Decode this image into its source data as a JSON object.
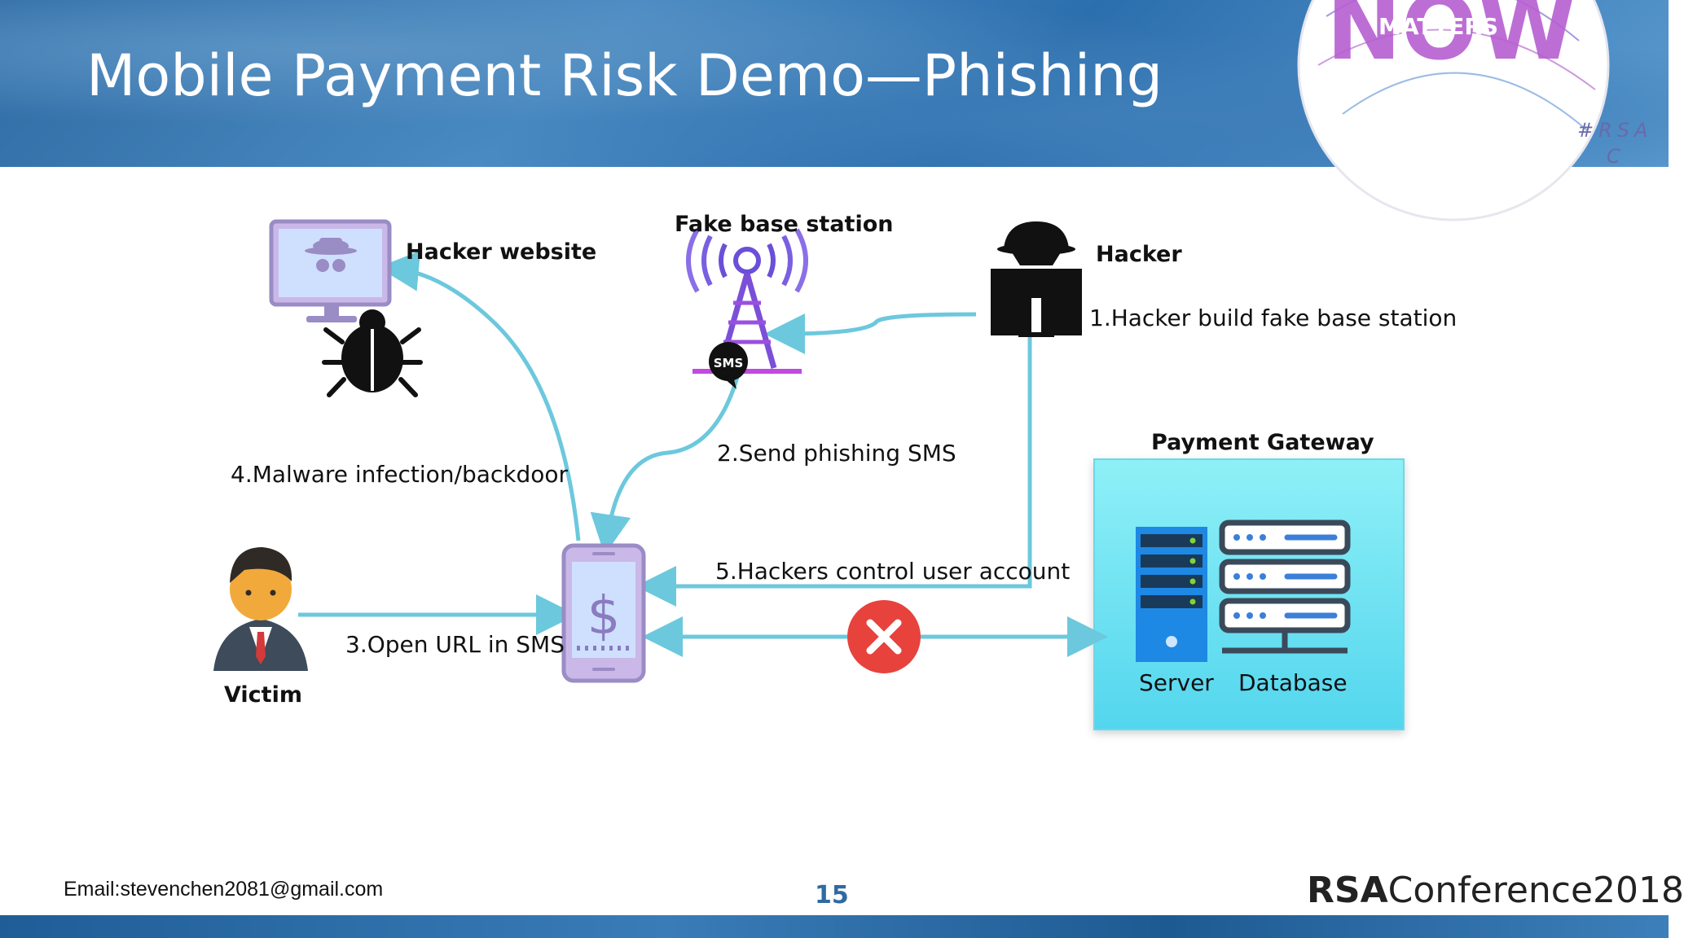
{
  "slide": {
    "title": "Mobile Payment Risk Demo—Phishing",
    "badge": {
      "logo_word": "NOW",
      "logo_subword": "MATTERS",
      "tag_line1": "#RSA",
      "tag_line2": "C"
    },
    "footer": {
      "email": "Email:stevenchen2081@gmail.com",
      "page_number": "15",
      "conference_bold": "RSA",
      "conference_rest": "Conference2018"
    }
  },
  "diagram": {
    "nodes": {
      "hacker_website": "Hacker website",
      "fake_base_station": "Fake base station",
      "hacker": "Hacker",
      "victim": "Victim",
      "payment_gateway": "Payment Gateway",
      "server": "Server",
      "database": "Database",
      "sms_bubble": "SMS"
    },
    "steps": {
      "step1": "1.Hacker build fake base station",
      "step2": "2.Send phishing SMS",
      "step3": "3.Open URL in SMS",
      "step4": "4.Malware infection/backdoor",
      "step5": "5.Hackers control user account"
    },
    "colors": {
      "arrow": "#6cc8dd",
      "blocked": "#e8423d",
      "gateway_fill": "#7ee9f5",
      "device_purple": "#9a8cc4"
    }
  }
}
